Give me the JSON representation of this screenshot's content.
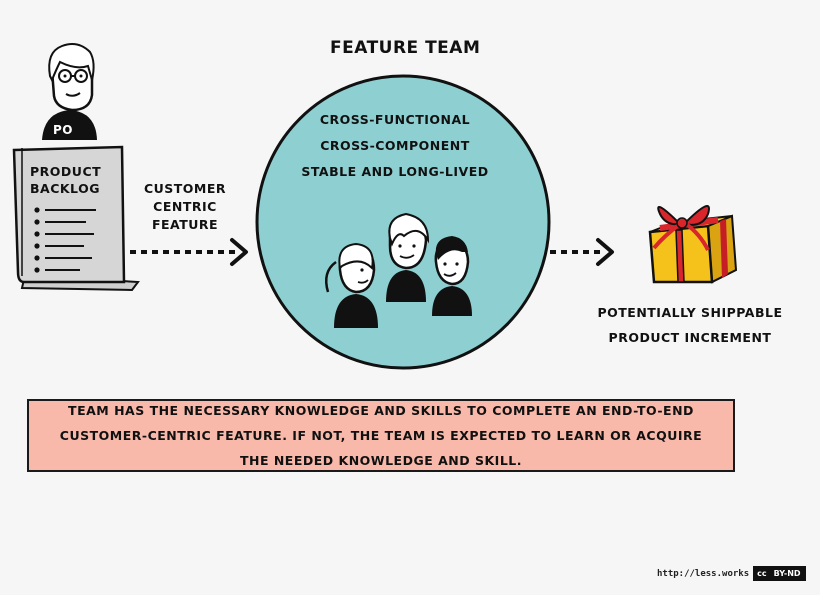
{
  "title": "FEATURE TEAM",
  "po_badge": "PO",
  "backlog": {
    "line1": "PRODUCT",
    "line2": "BACKLOG"
  },
  "input": {
    "line1": "CUSTOMER",
    "line2": "CENTRIC",
    "line3": "FEATURE"
  },
  "traits": [
    "CROSS-FUNCTIONAL",
    "CROSS-COMPONENT",
    "STABLE AND LONG-LIVED"
  ],
  "output": {
    "line1": "POTENTIALLY SHIPPABLE",
    "line2": "PRODUCT INCREMENT"
  },
  "note": "TEAM HAS THE NECESSARY KNOWLEDGE AND SKILLS TO COMPLETE AN END-TO-END CUSTOMER-CENTRIC FEATURE. IF NOT, THE TEAM IS EXPECTED TO LEARN OR ACQUIRE THE NEEDED KNOWLEDGE AND SKILL.",
  "footer": {
    "url": "http://less.works",
    "cc": "cc",
    "license": "BY-ND"
  },
  "colors": {
    "circle": "#8ecfd1",
    "note_bg": "#f8b9aa",
    "gift": "#f4c21a",
    "ribbon": "#d9262c",
    "background": "#f6f6f6"
  },
  "icons": [
    "product-owner-icon",
    "backlog-document-icon",
    "dotted-arrow-icon",
    "team-members-icon",
    "gift-box-icon",
    "creative-commons-icon"
  ]
}
